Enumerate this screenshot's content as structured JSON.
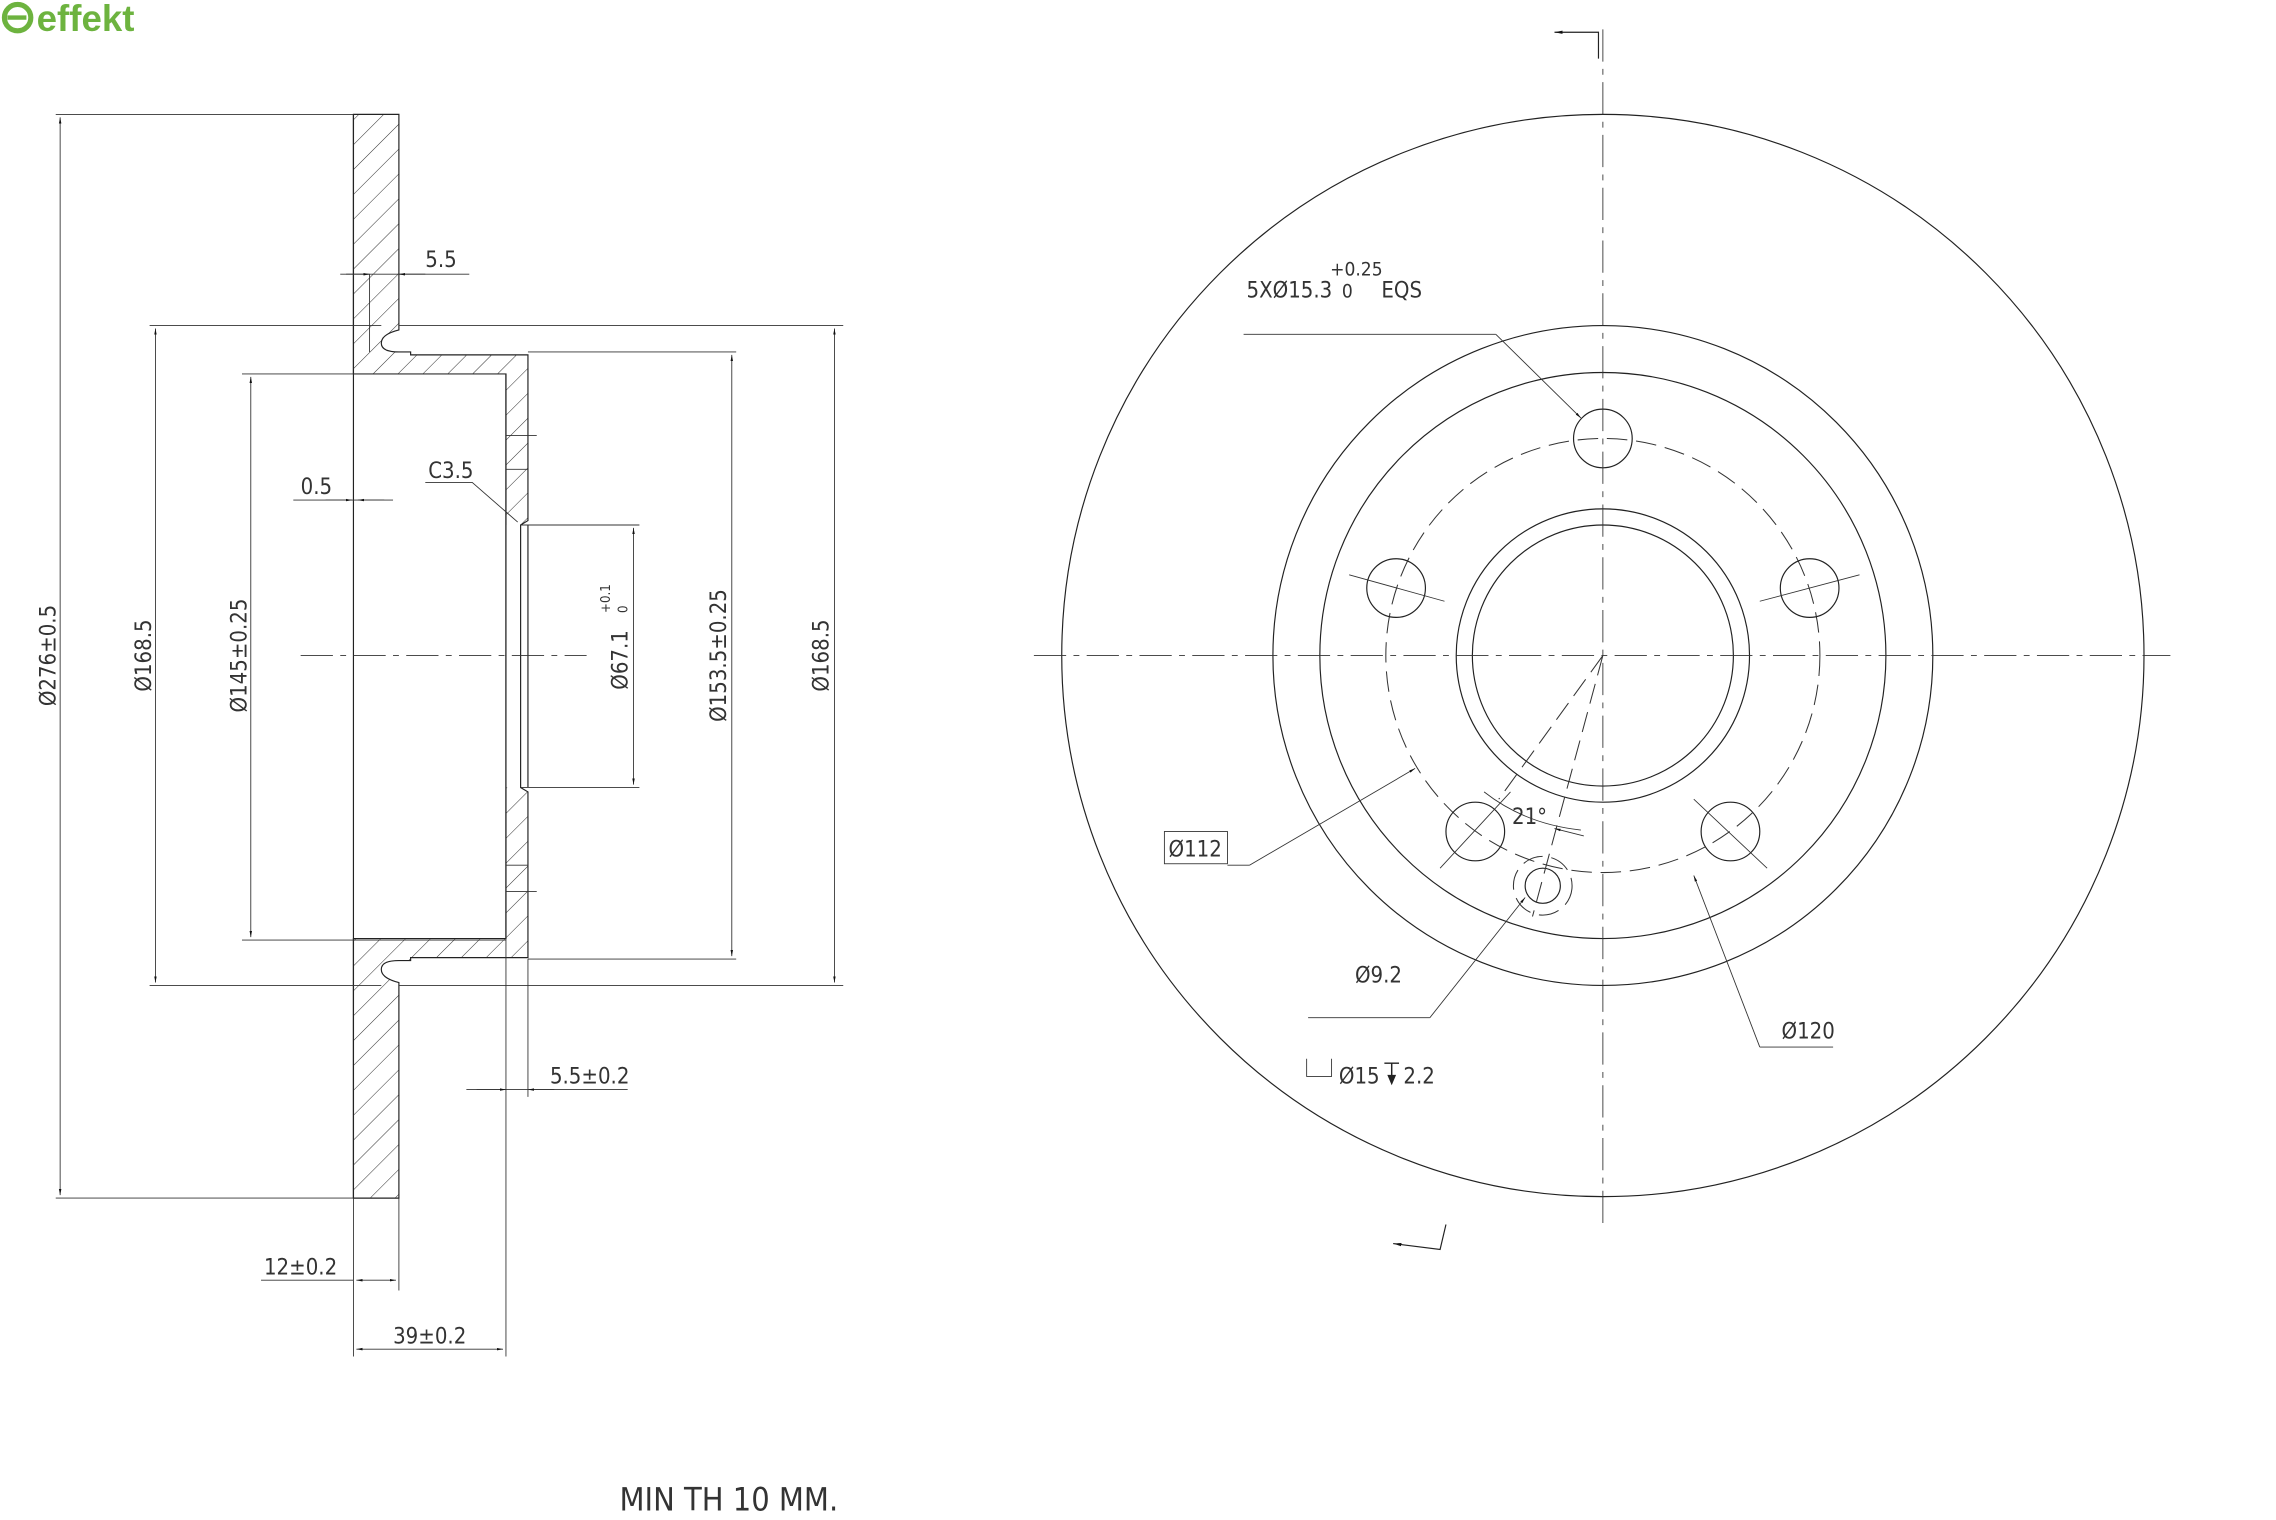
{
  "logo": {
    "text": "effekt",
    "color": "#6db33f"
  },
  "section_view": {
    "dims": {
      "outer_dia": "Ø276±0.5",
      "dia_168_left": "Ø168.5",
      "dia_145": "Ø145±0.25",
      "dia_67": "Ø67.1",
      "dia_67_tol_upper": "+0.1",
      "dia_67_tol_lower": "0",
      "dia_153": "Ø153.5±0.25",
      "dia_168_right": "Ø168.5",
      "groove": "5.5",
      "offset": "0.5",
      "chamfer": "C3.5",
      "hat_wall": "5.5±0.2",
      "thickness": "12±0.2",
      "height": "39±0.2"
    },
    "note": "MIN TH 10 MM."
  },
  "front_view": {
    "bolt_holes": "5XØ15.3",
    "bolt_tol_upper": "+0.25",
    "bolt_tol_lower": "0",
    "bolt_eqs": "EQS",
    "pcd_112": "Ø112",
    "pcd_120": "Ø120",
    "small_hole": "Ø9.2",
    "counterbore": "Ø15",
    "counterbore_depth": "2.2",
    "angle": "21°"
  }
}
